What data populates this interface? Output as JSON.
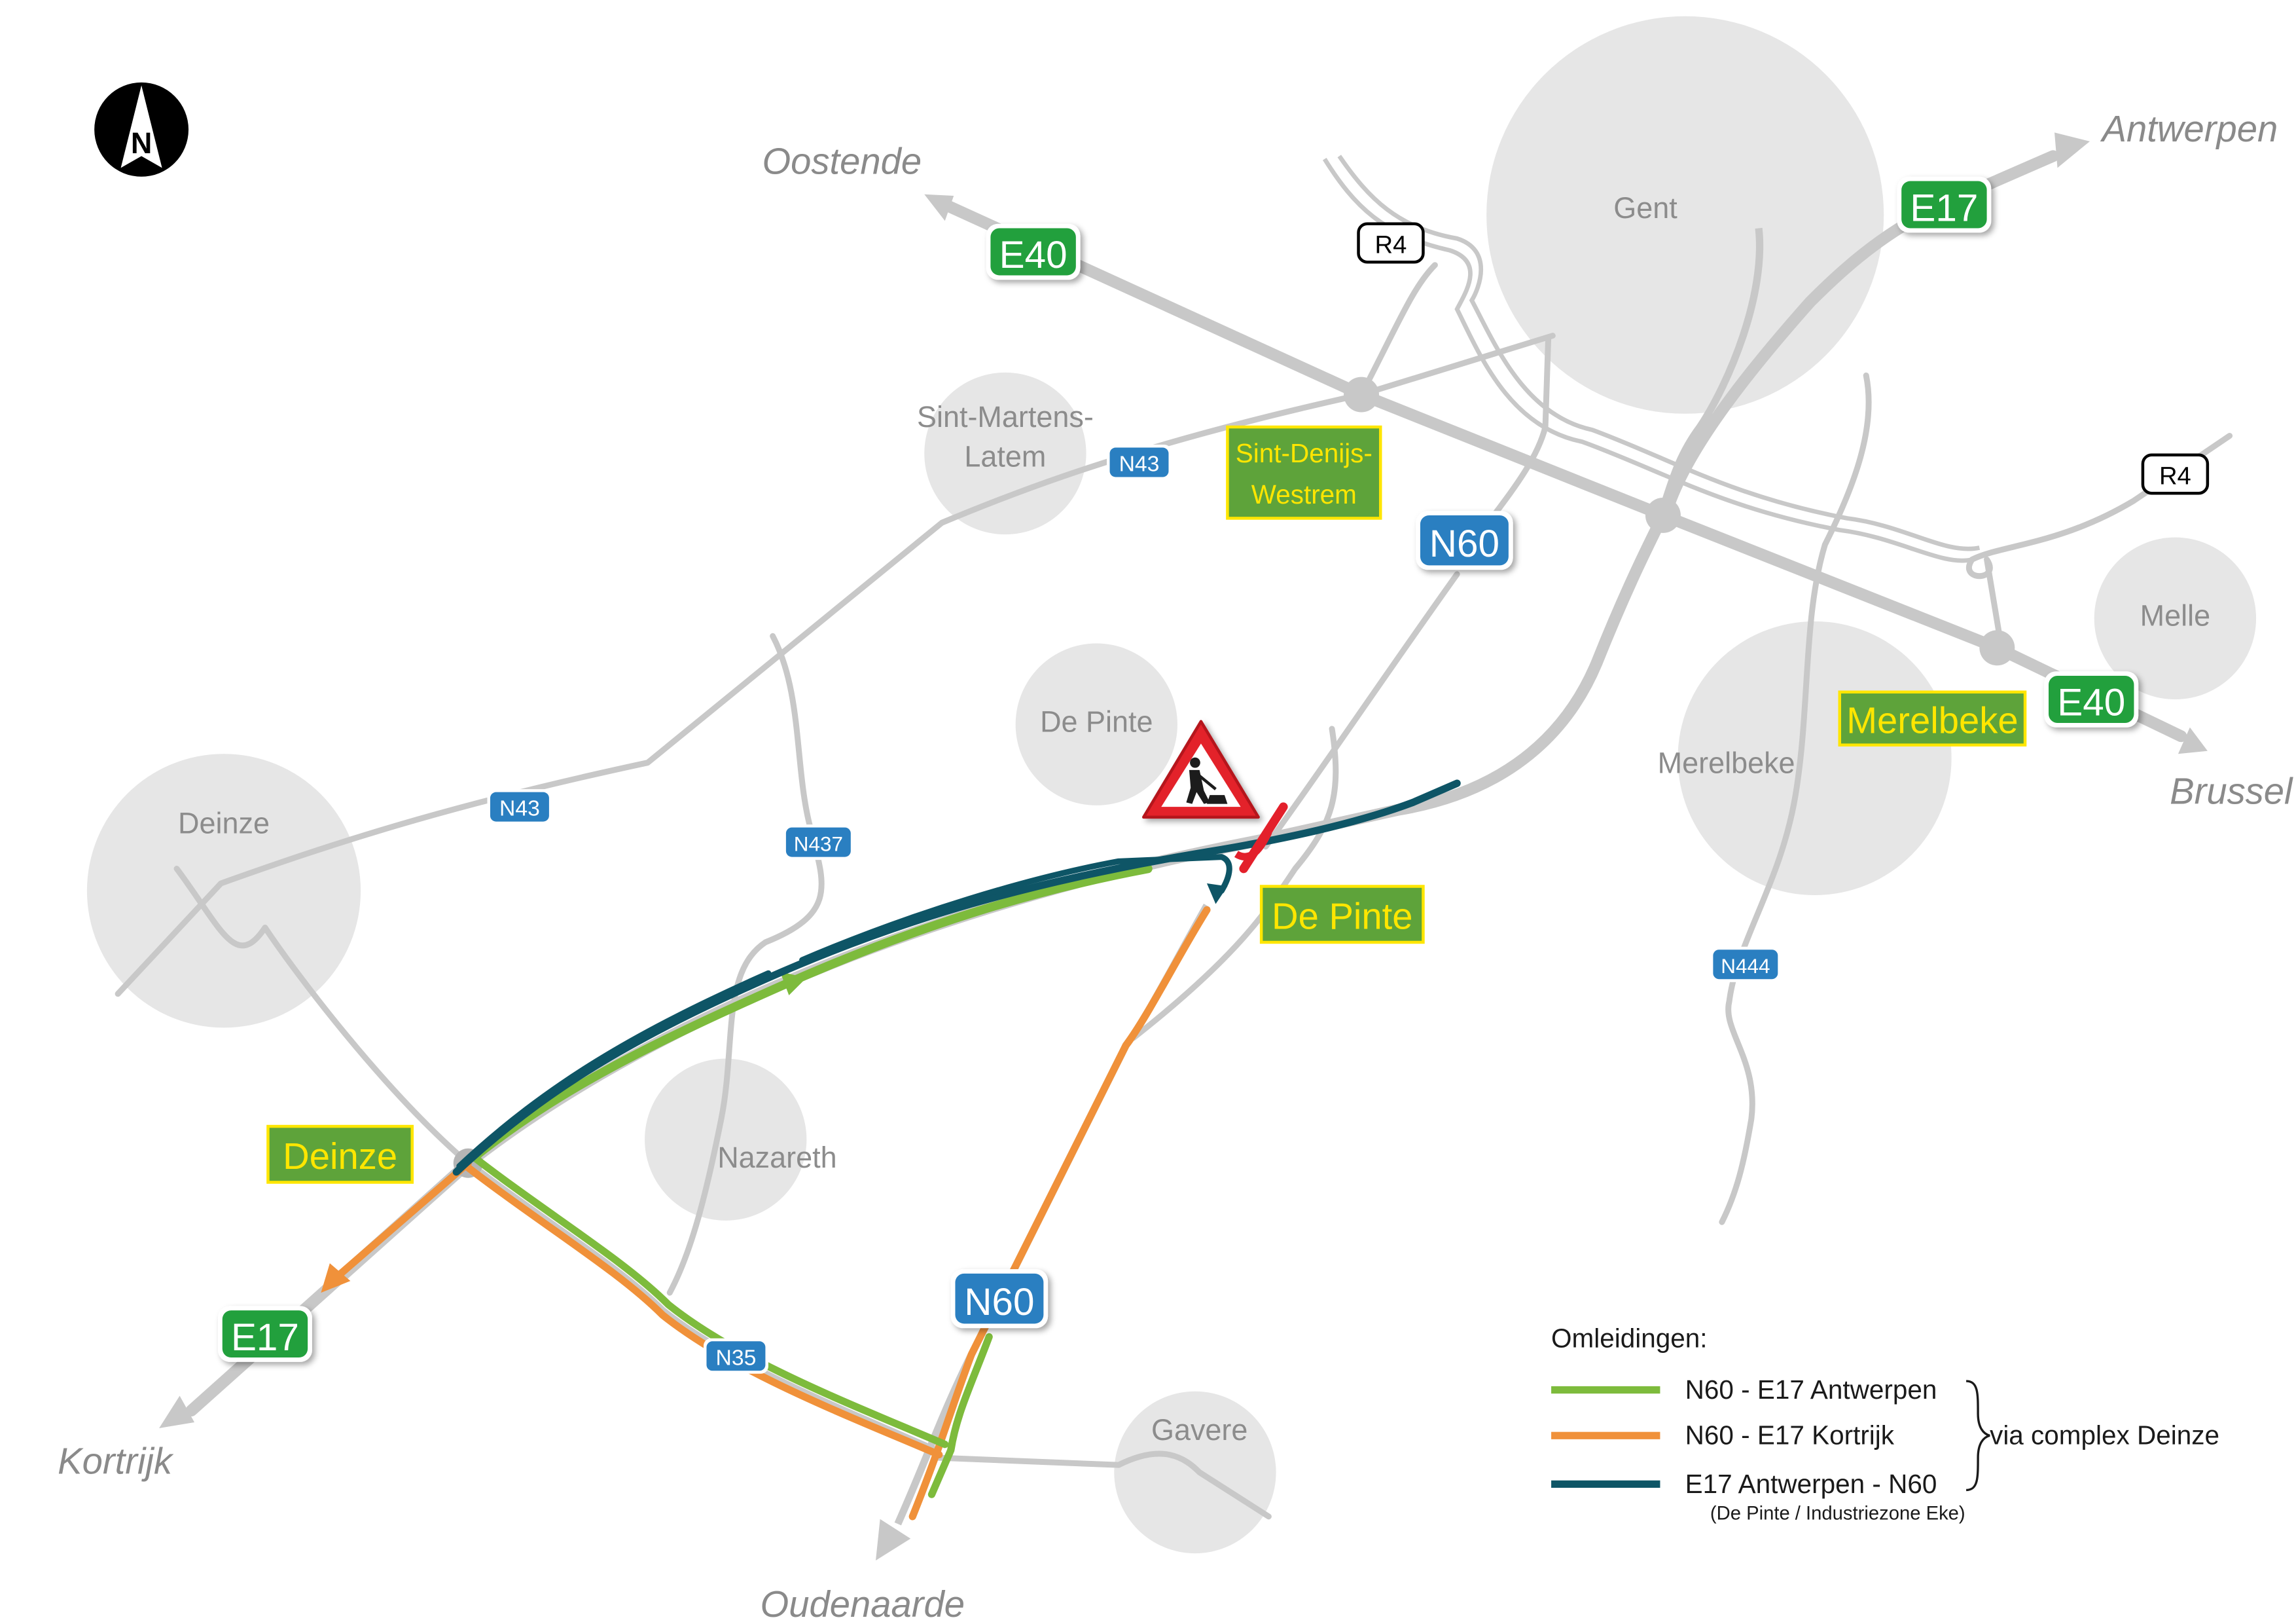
{
  "colors": {
    "route_green": "#7dbb3c",
    "route_orange": "#f0913a",
    "route_teal": "#0e5566",
    "highway_shield": "#21a03c",
    "national_shield": "#2a7fc1",
    "exit_sign": "#5ea33a",
    "exit_text": "#ffe600",
    "road_gray": "#c8c8c8",
    "town_circle": "#e6e6e6",
    "roadworks_red": "#e3202b"
  },
  "icons": {
    "north_arrow": "north-arrow-icon",
    "roadworks": "roadworks-warning-icon"
  },
  "north_label": "N",
  "towns": {
    "gent": "Gent",
    "sint_martens_latem_1": "Sint-Martens-",
    "sint_martens_latem_2": "Latem",
    "de_pinte": "De Pinte",
    "deinze": "Deinze",
    "nazareth": "Nazareth",
    "merelbeke": "Merelbeke",
    "melle": "Melle",
    "gavere": "Gavere"
  },
  "destinations": {
    "oostende": "Oostende",
    "antwerpen": "Antwerpen",
    "brussel": "Brussel",
    "kortrijk": "Kortrijk",
    "oudenaarde": "Oudenaarde"
  },
  "shields": {
    "e40_west": "E40",
    "e17_north": "E17",
    "e40_east": "E40",
    "e17_south": "E17",
    "n60_north": "N60",
    "n60_south": "N60",
    "n43_a": "N43",
    "n43_b": "N43",
    "n437": "N437",
    "n35": "N35",
    "n444": "N444",
    "r4_west": "R4",
    "r4_east": "R4"
  },
  "exits": {
    "sint_denijs_1": "Sint-Denijs-",
    "sint_denijs_2": "Westrem",
    "merelbeke": "Merelbeke",
    "de_pinte": "De Pinte",
    "deinze": "Deinze"
  },
  "legend": {
    "title": "Omleidingen:",
    "items": [
      {
        "label": "N60 - E17 Antwerpen",
        "color": "#7dbb3c"
      },
      {
        "label": "N60 - E17 Kortrijk",
        "color": "#f0913a"
      },
      {
        "label": "E17 Antwerpen - N60",
        "color": "#0e5566"
      }
    ],
    "sub_note": "(De Pinte / Industriezone Eke)",
    "bracket_note": "via complex Deinze"
  }
}
